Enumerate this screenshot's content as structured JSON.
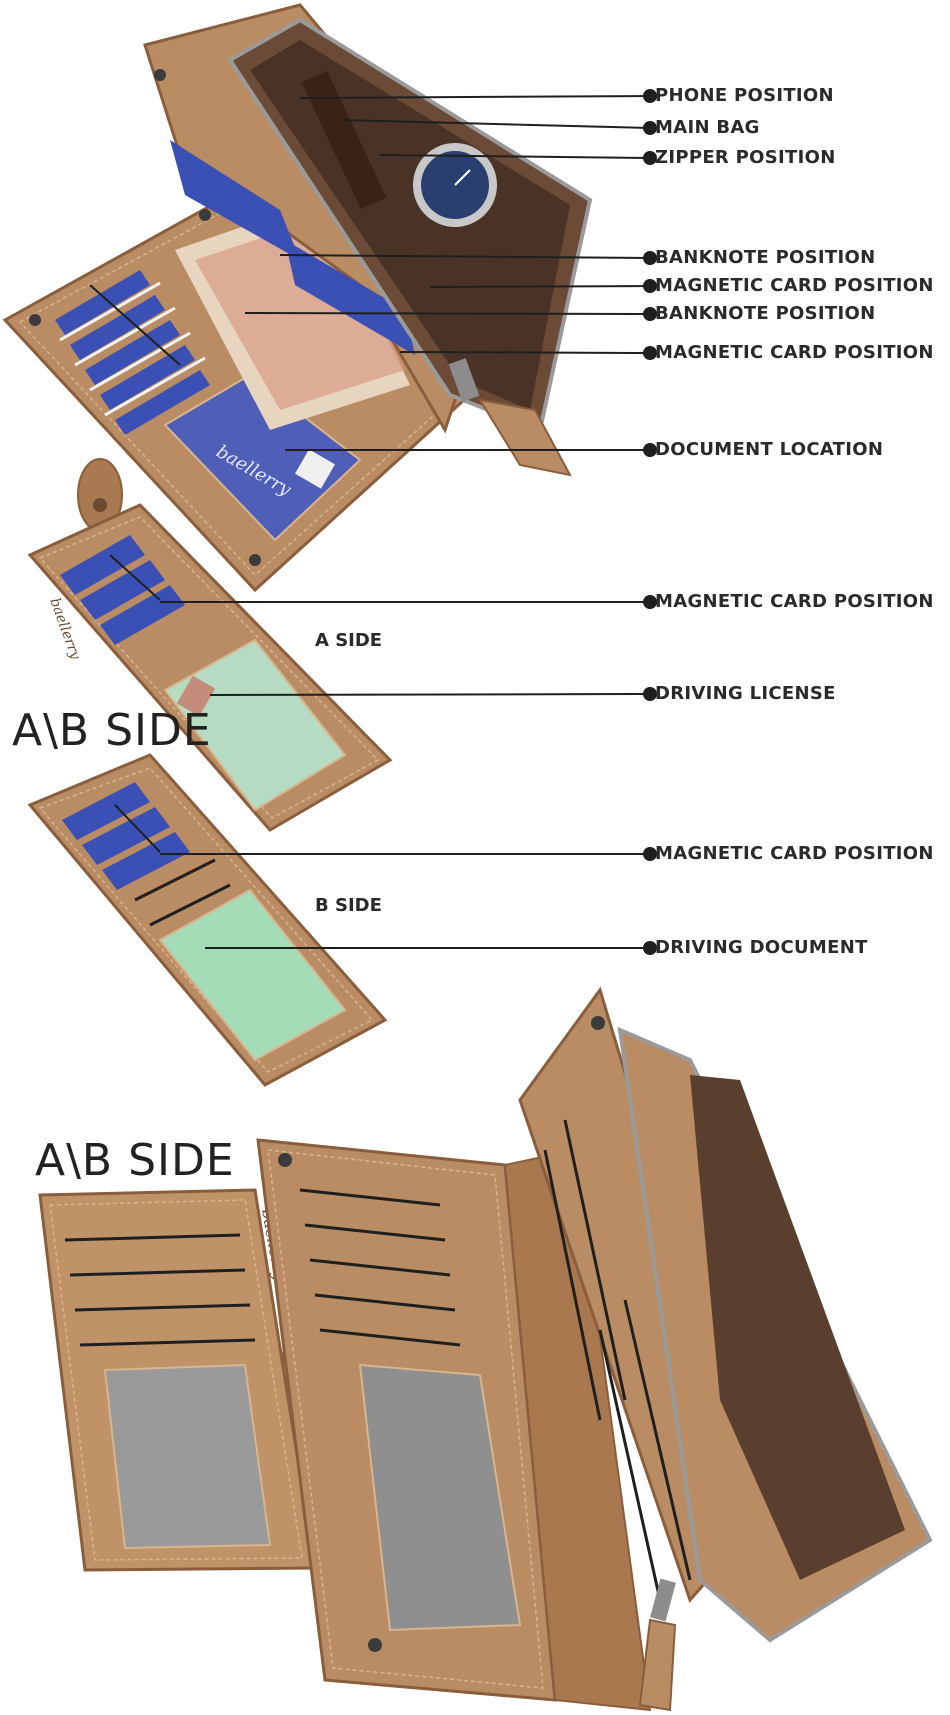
{
  "labels": {
    "phone_position": "PHONE POSITION",
    "main_bag": "MAIN BAG",
    "zipper_position": "ZIPPER POSITION",
    "banknote_position_1": "BANKNOTE POSITION",
    "magnetic_card_position_1": "MAGNETIC CARD POSITION",
    "banknote_position_2": "BANKNOTE POSITION",
    "magnetic_card_position_2": "MAGNETIC CARD POSITION",
    "document_location": "DOCUMENT LOCATION",
    "magnetic_card_position_3": "MAGNETIC CARD POSITION",
    "driving_license": "DRIVING LICENSE",
    "magnetic_card_position_4": "MAGNETIC CARD POSITION",
    "driving_document": "DRIVING DOCUMENT"
  },
  "sides": {
    "a_side": "A SIDE",
    "b_side": "B SIDE",
    "ab_side_1": "A\\B SIDE",
    "ab_side_2": "A\\B SIDE"
  },
  "brand_mark": "baellerry",
  "colors": {
    "leather": "#b98c63",
    "leather_dark": "#8a5e3c",
    "leather_light": "#d2aa82",
    "lining": "#5a3f2f",
    "card_blue": "#3a50b4",
    "license_green": "#9fd6b4",
    "window_gray": "#9a9a9a",
    "line": "#1f1f1f"
  }
}
